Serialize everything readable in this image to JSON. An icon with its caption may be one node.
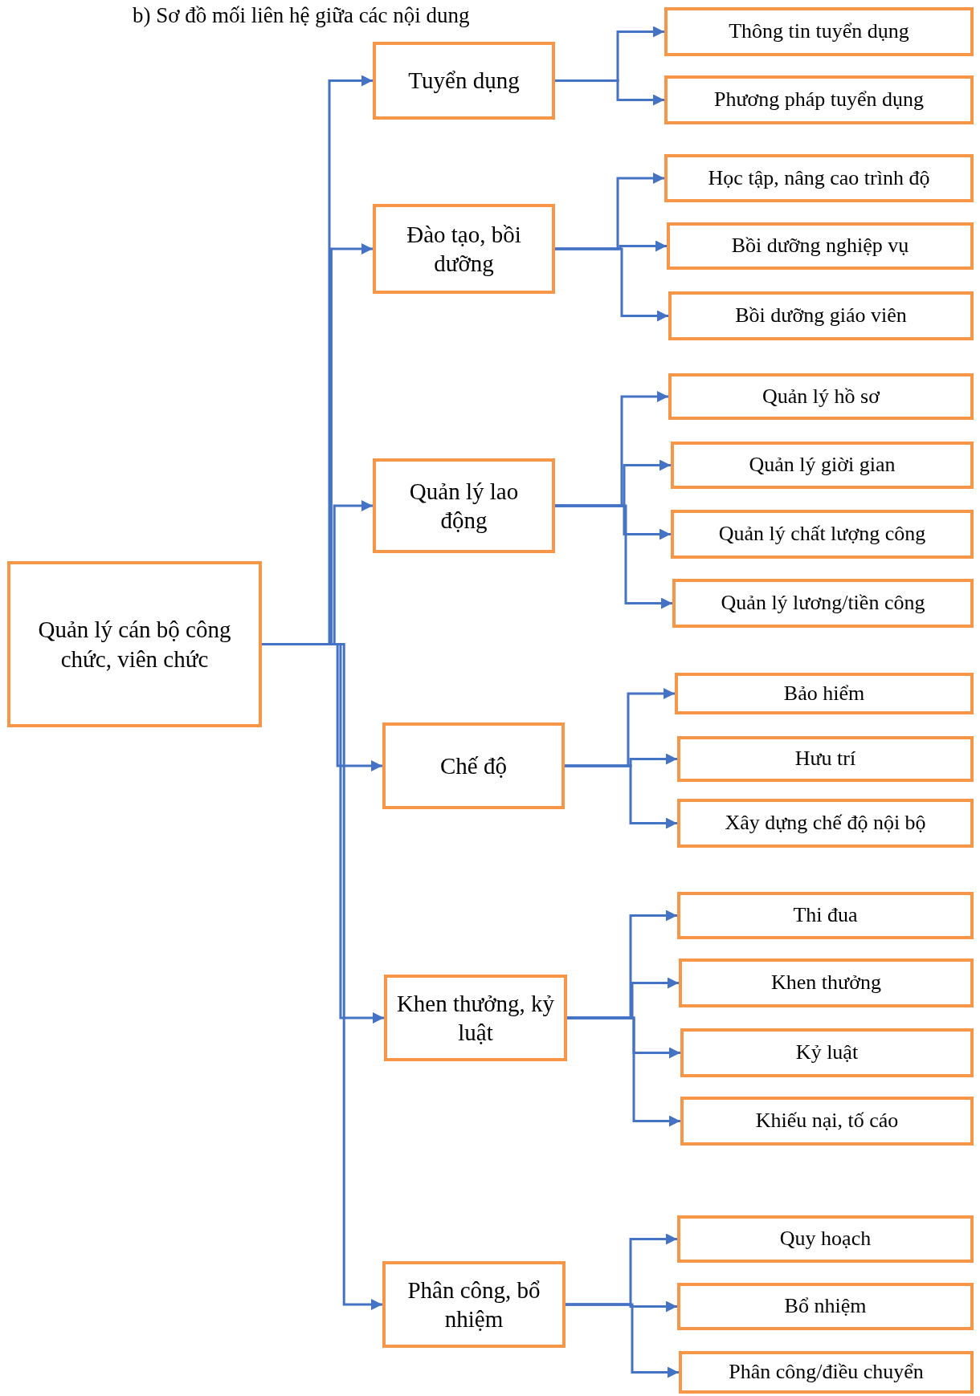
{
  "diagram": {
    "title": "b) Sơ đồ mối liên hệ giữa các nội dung",
    "nodes": [
      {
        "text": [
          "Quản lý cán bộ công chức, viên chức"
        ]
      },
      {
        "text": [
          "Tuyển dụng"
        ]
      },
      {
        "text": [
          "Thông tin tuyển dụng"
        ]
      },
      {
        "text": [
          "Phương pháp tuyển dụng"
        ]
      },
      {
        "text": [
          "Đào tạo, bồi dưỡng"
        ]
      },
      {
        "text": [
          "Học tập, nâng cao trình độ"
        ]
      },
      {
        "text": [
          "Bồi dưỡng nghiệp vụ"
        ]
      },
      {
        "text": [
          "Bồi dưỡng giáo viên"
        ]
      },
      {
        "text": [
          "Quản lý lao động"
        ]
      },
      {
        "text": [
          "Quản lý hồ sơ"
        ]
      },
      {
        "text": [
          "Quản lý giời gian"
        ]
      },
      {
        "text": [
          "Quản lý chất lượng công"
        ]
      },
      {
        "text": [
          "Quản lý lương/tiền công"
        ]
      },
      {
        "text": [
          "Chế độ"
        ]
      },
      {
        "text": [
          "Bảo hiểm"
        ]
      },
      {
        "text": [
          "Hưu trí"
        ]
      },
      {
        "text": [
          "Xây dựng chế độ nội bộ"
        ]
      },
      {
        "text": [
          "Khen thưởng, kỷ luật"
        ]
      },
      {
        "text": [
          "Thi đua"
        ]
      },
      {
        "text": [
          "Khen thưởng"
        ]
      },
      {
        "text": [
          "Kỷ luật"
        ]
      },
      {
        "text": [
          "Khiếu nại, tố cáo"
        ]
      },
      {
        "text": [
          "Phân công, bổ nhiệm"
        ]
      },
      {
        "text": [
          "Quy hoạch"
        ]
      },
      {
        "text": [
          "Bổ nhiệm"
        ]
      },
      {
        "text": [
          "Phân công/điều chuyển"
        ]
      }
    ],
    "edges": [
      {
        "from": 0,
        "to": 1,
        "arrow": "to"
      },
      {
        "from": 0,
        "to": 4,
        "arrow": "to"
      },
      {
        "from": 0,
        "to": 8,
        "arrow": "to"
      },
      {
        "from": 0,
        "to": 13,
        "arrow": "to"
      },
      {
        "from": 0,
        "to": 17,
        "arrow": "to"
      },
      {
        "from": 0,
        "to": 22,
        "arrow": "to"
      },
      {
        "from": 1,
        "to": 2,
        "arrow": "to"
      },
      {
        "from": 1,
        "to": 3,
        "arrow": "to"
      },
      {
        "from": 4,
        "to": 5,
        "arrow": "to"
      },
      {
        "from": 4,
        "to": 6,
        "arrow": "to"
      },
      {
        "from": 4,
        "to": 7,
        "arrow": "to"
      },
      {
        "from": 8,
        "to": 9,
        "arrow": "to"
      },
      {
        "from": 8,
        "to": 10,
        "arrow": "to"
      },
      {
        "from": 8,
        "to": 11,
        "arrow": "to"
      },
      {
        "from": 8,
        "to": 12,
        "arrow": "to"
      },
      {
        "from": 13,
        "to": 14,
        "arrow": "to"
      },
      {
        "from": 13,
        "to": 15,
        "arrow": "to"
      },
      {
        "from": 13,
        "to": 16,
        "arrow": "to"
      },
      {
        "from": 17,
        "to": 18,
        "arrow": "to"
      },
      {
        "from": 17,
        "to": 19,
        "arrow": "to"
      },
      {
        "from": 17,
        "to": 20,
        "arrow": "to"
      },
      {
        "from": 17,
        "to": 21,
        "arrow": "to"
      },
      {
        "from": 22,
        "to": 23,
        "arrow": "to"
      },
      {
        "from": 22,
        "to": 24,
        "arrow": "to"
      },
      {
        "from": 22,
        "to": 25,
        "arrow": "to"
      }
    ]
  }
}
